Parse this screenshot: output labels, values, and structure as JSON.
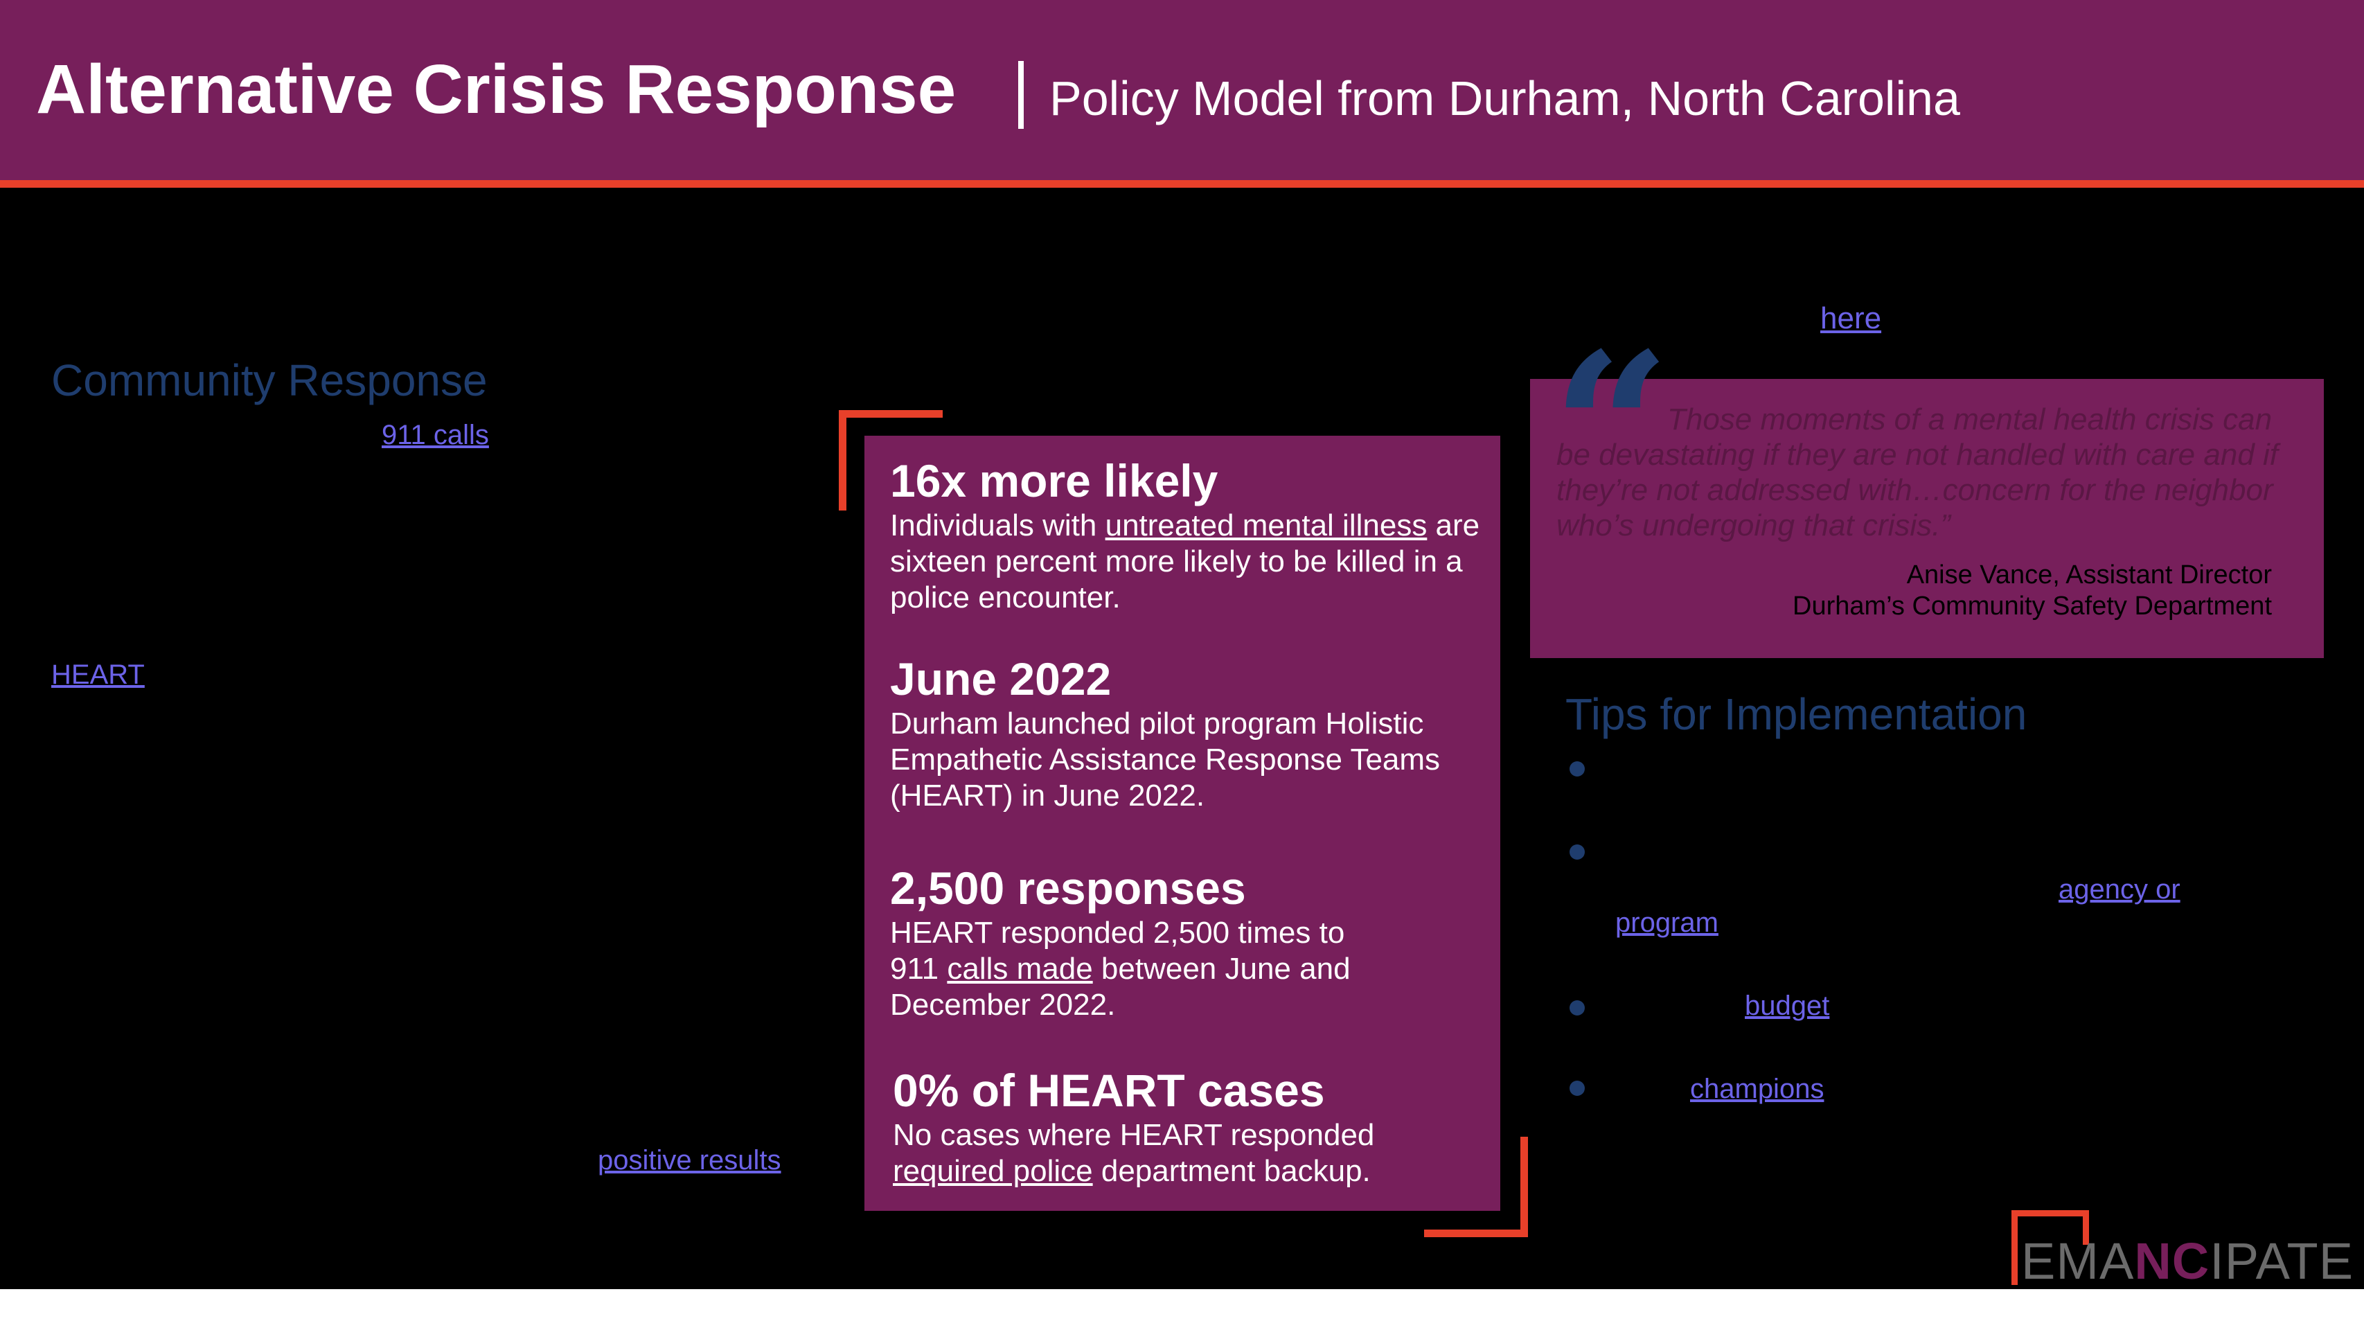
{
  "header": {
    "title": "Alternative Crisis Response",
    "subtitle": "Policy Model from Durham, North Carolina"
  },
  "left": {
    "heading": "Community Response",
    "link_911": "911 calls",
    "link_heart": "HEART",
    "link_positive": "positive results"
  },
  "top_link": "here",
  "stats": [
    {
      "head": "16x more likely",
      "body_pre": "Individuals with ",
      "body_u": "untreated mental illness",
      "body_post": " are sixteen percent more likely to be killed in a police encounter."
    },
    {
      "head": "June 2022",
      "body": "Durham launched pilot program Holistic Empathetic Assistance Response Teams (HEART) in June 2022."
    },
    {
      "head": "2,500 responses",
      "body_pre": "HEART responded 2,500 times to 911 ",
      "body_u": "calls made",
      "body_post": " between June and December 2022."
    },
    {
      "head": "0% of HEART cases",
      "body_pre": "No cases where HEART responded ",
      "body_u": "required police",
      "body_post": " department backup."
    }
  ],
  "quote": {
    "text": "Those moments of a mental health crisis can be devastating if they are not handled with care and if they’re not addressed with…concern for the neighbor who’s undergoing that crisis.”",
    "name": "Anise Vance, Assistant Director",
    "org": "Durham’s Community Safety Department"
  },
  "tips": {
    "heading": "Tips for Implementation",
    "link_agency_1": "agency or ",
    "link_agency_2": "program",
    "link_budget": "budget",
    "link_champions": "champions"
  },
  "logo": {
    "pre": "EMA",
    "mid": "NC",
    "post": "IPATE"
  },
  "colors": {
    "header_bg": "#771f5b",
    "accent": "#e8402a",
    "heading_blue": "#1f3d6e",
    "link": "#6c63e8"
  }
}
